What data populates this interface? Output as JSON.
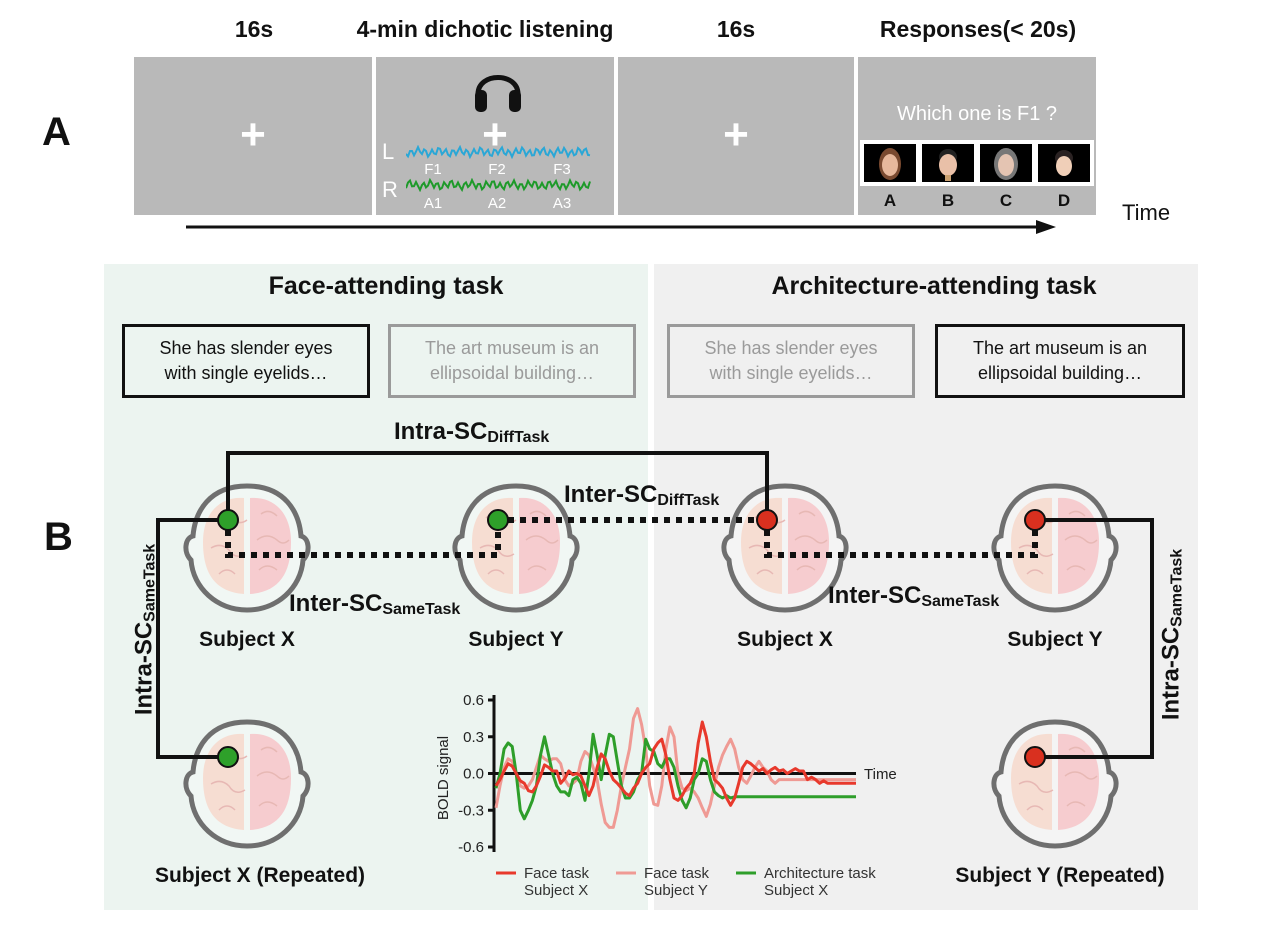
{
  "panel_a": {
    "letter": "A",
    "phases": [
      {
        "title": "16s",
        "content": "fixation"
      },
      {
        "title": "4-min dichotic listening",
        "content": "dichotic"
      },
      {
        "title": "16s",
        "content": "fixation"
      },
      {
        "title": "Responses(< 20s)",
        "content": "response"
      }
    ],
    "fixation_symbol": "+",
    "dichotic": {
      "icon": "headphones-icon",
      "left_label": "L",
      "right_label": "R",
      "left_items": [
        "F1",
        "F2",
        "F3"
      ],
      "right_items": [
        "A1",
        "A2",
        "A3"
      ],
      "left_wave_color": "#2aa7d6",
      "right_wave_color": "#1e9a2a"
    },
    "response": {
      "question": "Which one is F1 ?",
      "options": [
        "A",
        "B",
        "C",
        "D"
      ]
    },
    "time_label": "Time"
  },
  "panel_b": {
    "letter": "B",
    "face_task": {
      "title": "Face-attending task",
      "sentences": [
        {
          "text_line1": "She has slender eyes",
          "text_line2": "with single eyelids…",
          "attended": true
        },
        {
          "text_line1": "The art museum is an",
          "text_line2": "ellipsoidal building…",
          "attended": false
        }
      ],
      "background": "#ecf4f0"
    },
    "arch_task": {
      "title": "Architecture-attending task",
      "sentences": [
        {
          "text_line1": "She has slender eyes",
          "text_line2": "with single eyelids…",
          "attended": false
        },
        {
          "text_line1": "The art museum is an",
          "text_line2": "ellipsoidal building…",
          "attended": true
        }
      ],
      "background": "#f0f0f0"
    },
    "subjects": {
      "face_x": "Subject X",
      "face_y": "Subject Y",
      "arch_x": "Subject X",
      "arch_y": "Subject Y",
      "face_x_repeated": "Subject X (Repeated)",
      "arch_y_repeated": "Subject Y (Repeated)"
    },
    "measures": {
      "intra_diff": {
        "main": "Intra-SC",
        "sub": "DiffTask"
      },
      "inter_diff": {
        "main": "Inter-SC",
        "sub": "DiffTask"
      },
      "inter_same_face": {
        "main": "Inter-SC",
        "sub": "SameTask"
      },
      "inter_same_arch": {
        "main": "Inter-SC",
        "sub": "SameTask"
      },
      "intra_same_left": {
        "main": "Intra-SC",
        "sub": "SameTask"
      },
      "intra_same_right": {
        "main": "Intra-SC",
        "sub": "SameTask"
      }
    },
    "node_colors": {
      "face": "#2ea02a",
      "arch": "#d9301f"
    }
  },
  "chart_data": {
    "type": "line",
    "title": "",
    "xlabel": "Time",
    "ylabel": "BOLD signal",
    "ylim": [
      -0.6,
      0.6
    ],
    "yticks": [
      "0.6",
      "0.3",
      "0.0",
      "-0.3",
      "-0.6"
    ],
    "ytick_values": [
      0.6,
      0.3,
      0.0,
      -0.3,
      -0.6
    ],
    "x": [
      0,
      1,
      2,
      3,
      4,
      5,
      6,
      7,
      8,
      9,
      10,
      11,
      12,
      13,
      14,
      15,
      16,
      17,
      18,
      19,
      20,
      21,
      22,
      23,
      24,
      25,
      26,
      27,
      28,
      29,
      30,
      31,
      32,
      33,
      34,
      35,
      36,
      37,
      38,
      39,
      40,
      41,
      42,
      43,
      44,
      45,
      46,
      47,
      48,
      49,
      50,
      51,
      52,
      53,
      54,
      55,
      56,
      57,
      58,
      59,
      60,
      61,
      62,
      63,
      64,
      65,
      66,
      67,
      68,
      69,
      70,
      71,
      72,
      73,
      74,
      75,
      76,
      77,
      78,
      79,
      80,
      81,
      82,
      83,
      84,
      85,
      86,
      87,
      88,
      89
    ],
    "legend_position": "bottom",
    "series": [
      {
        "name": "Face task Subject X",
        "legend_line1": "Face task",
        "legend_line2": "Subject X",
        "color": "#e8392c",
        "values": [
          -0.1,
          -0.05,
          0.02,
          0.08,
          0.06,
          0.0,
          -0.06,
          -0.08,
          -0.14,
          -0.15,
          -0.1,
          -0.02,
          0.07,
          0.05,
          0.02,
          0.02,
          -0.08,
          -0.04,
          0.02,
          -0.01,
          0.0,
          -0.02,
          -0.1,
          -0.18,
          -0.1,
          0.05,
          0.16,
          0.12,
          0.02,
          -0.05,
          -0.08,
          -0.12,
          -0.16,
          -0.18,
          -0.12,
          -0.08,
          0.0,
          0.05,
          0.08,
          0.2,
          0.25,
          0.28,
          0.15,
          -0.05,
          -0.2,
          -0.22,
          -0.18,
          -0.12,
          -0.08,
          0.0,
          0.25,
          0.42,
          0.3,
          0.1,
          -0.05,
          -0.08,
          -0.12,
          -0.2,
          -0.26,
          -0.2,
          -0.08,
          0.05,
          0.1,
          0.08,
          0.05,
          0.02,
          0.04,
          0.0,
          0.03,
          0.05,
          0.02,
          0.03,
          0.0,
          0.02,
          0.04,
          0.02,
          0.02,
          -0.05,
          -0.03,
          -0.05,
          -0.08,
          -0.06,
          -0.08,
          -0.08,
          -0.08,
          -0.08,
          -0.08,
          -0.08,
          -0.08,
          -0.08
        ]
      },
      {
        "name": "Face task Subject Y",
        "legend_line1": "Face task",
        "legend_line2": "Subject Y",
        "color": "#ef9a94",
        "values": [
          -0.28,
          -0.1,
          0.05,
          0.12,
          0.1,
          0.0,
          -0.1,
          -0.12,
          -0.1,
          -0.05,
          0.05,
          0.15,
          0.12,
          0.1,
          0.12,
          0.12,
          0.08,
          -0.05,
          -0.1,
          -0.08,
          -0.05,
          0.1,
          0.18,
          0.15,
          0.05,
          -0.05,
          -0.25,
          -0.4,
          -0.44,
          -0.44,
          -0.3,
          -0.1,
          0.05,
          0.2,
          0.45,
          0.53,
          0.4,
          0.2,
          -0.1,
          -0.25,
          -0.26,
          -0.1,
          0.2,
          0.38,
          0.3,
          0.0,
          -0.12,
          -0.14,
          -0.12,
          -0.15,
          -0.2,
          -0.28,
          -0.35,
          -0.25,
          -0.1,
          0.05,
          0.15,
          0.22,
          0.28,
          0.2,
          0.05,
          -0.05,
          -0.08,
          -0.02,
          0.05,
          0.1,
          0.05,
          0.02,
          -0.05,
          -0.08,
          -0.05,
          -0.05,
          -0.05,
          -0.05,
          -0.05,
          -0.05,
          -0.05,
          -0.05,
          -0.05,
          -0.05,
          -0.05,
          -0.05,
          -0.05,
          -0.05,
          -0.05,
          -0.05,
          -0.05,
          -0.05,
          -0.05,
          -0.05
        ]
      },
      {
        "name": "Architecture task Subject X",
        "legend_line1": "Architecture task",
        "legend_line2": "Subject X",
        "color": "#2e9e2a",
        "values": [
          -0.12,
          0.0,
          0.2,
          0.25,
          0.22,
          0.0,
          -0.3,
          -0.37,
          -0.3,
          -0.22,
          -0.1,
          0.15,
          0.3,
          0.15,
          0.0,
          -0.1,
          -0.15,
          -0.15,
          -0.18,
          -0.05,
          -0.03,
          -0.08,
          -0.22,
          0.0,
          0.32,
          0.15,
          -0.05,
          0.15,
          0.32,
          0.3,
          0.1,
          -0.1,
          -0.2,
          -0.2,
          -0.15,
          -0.05,
          0.0,
          0.28,
          0.2,
          0.18,
          0.08,
          0.05,
          0.12,
          0.12,
          0.05,
          -0.1,
          -0.22,
          -0.28,
          -0.2,
          -0.05,
          0.0,
          0.12,
          0.1,
          -0.05,
          -0.15,
          -0.18,
          -0.2,
          -0.18,
          -0.2,
          -0.19,
          -0.19,
          -0.19,
          -0.19,
          -0.19,
          -0.19,
          -0.19,
          -0.19,
          -0.19,
          -0.19,
          -0.19,
          -0.19,
          -0.19,
          -0.19,
          -0.19,
          -0.19,
          -0.19,
          -0.19,
          -0.19,
          -0.19,
          -0.19,
          -0.19,
          -0.19,
          -0.19,
          -0.19,
          -0.19,
          -0.19,
          -0.19,
          -0.19,
          -0.19,
          -0.19
        ]
      }
    ]
  }
}
